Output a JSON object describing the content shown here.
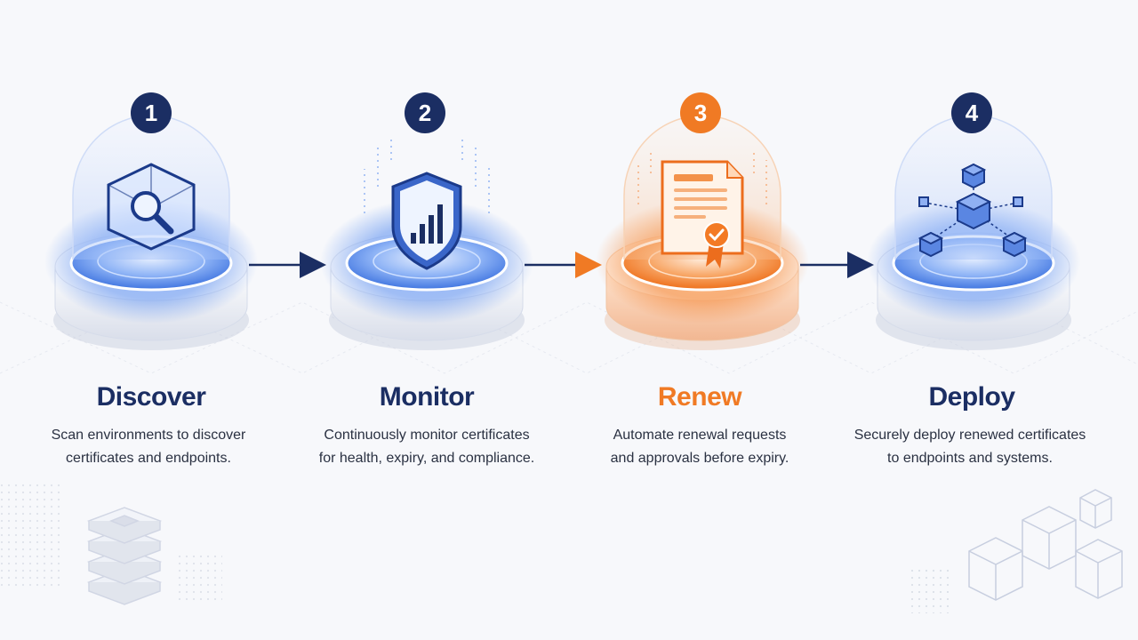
{
  "colors": {
    "navy": "#1b2e63",
    "blue_glow": "#4f86ec",
    "orange": "#f07a24",
    "text": "#2a3142"
  },
  "steps": [
    {
      "number": "1",
      "title": "Discover",
      "desc_line1": "Scan environments to discover",
      "desc_line2": "certificates and endpoints.",
      "icon": "cube-magnifier-icon",
      "accent": "blue"
    },
    {
      "number": "2",
      "title": "Monitor",
      "desc_line1": "Continuously monitor certificates",
      "desc_line2": "for health, expiry, and compliance.",
      "icon": "shield-chart-icon",
      "accent": "blue"
    },
    {
      "number": "3",
      "title": "Renew",
      "desc_line1": "Automate renewal requests",
      "desc_line2": "and approvals before expiry.",
      "icon": "certificate-ribbon-icon",
      "accent": "orange"
    },
    {
      "number": "4",
      "title": "Deploy",
      "desc_line1": "Securely deploy renewed certificates",
      "desc_line2": "to endpoints and systems.",
      "icon": "network-cubes-icon",
      "accent": "blue"
    }
  ]
}
